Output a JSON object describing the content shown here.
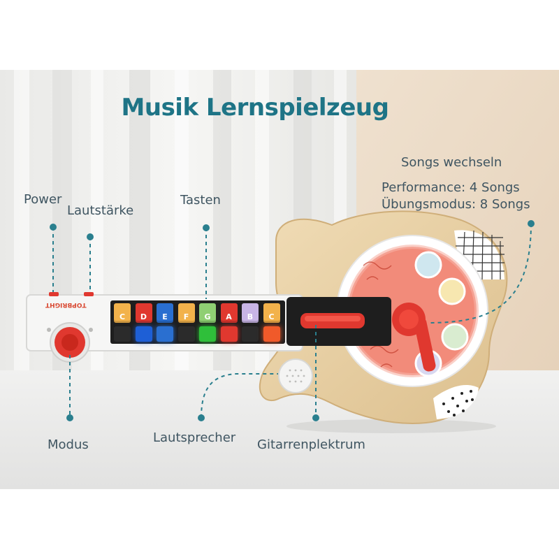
{
  "title": "Musik Lernspielzeug",
  "labels": {
    "power": "Power",
    "volume": "Lautstärke",
    "keys": "Tasten",
    "songs_title": "Songs wechseln",
    "songs_performance": "Performance: 4 Songs",
    "songs_practice": "Übungsmodus: 8 Songs",
    "mode": "Modus",
    "speaker": "Lautsprecher",
    "pick": "Gitarrenplektrum"
  },
  "brand": "TOPBRIGHT",
  "notes": [
    {
      "note": "C",
      "key_color": "#f2b24b",
      "light_color": null
    },
    {
      "note": "D",
      "key_color": "#e0382f",
      "light_color": "#1e5fd6"
    },
    {
      "note": "E",
      "key_color": "#2a6fd0",
      "light_color": "#2a6fd0"
    },
    {
      "note": "F",
      "key_color": "#f2b24b",
      "light_color": null
    },
    {
      "note": "G",
      "key_color": "#8fcf73",
      "light_color": "#2fbf3a"
    },
    {
      "note": "A",
      "key_color": "#e0382f",
      "light_color": "#e0382f"
    },
    {
      "note": "B",
      "key_color": "#c8b5e6",
      "light_color": null
    },
    {
      "note": "C",
      "key_color": "#f2b24b",
      "light_color": "#f05a2a"
    }
  ],
  "colors": {
    "title": "#1e7486",
    "callout": "#2a7f8e",
    "label": "#3f5561",
    "red": "#e0382f",
    "wood": "#e8cfa0"
  }
}
